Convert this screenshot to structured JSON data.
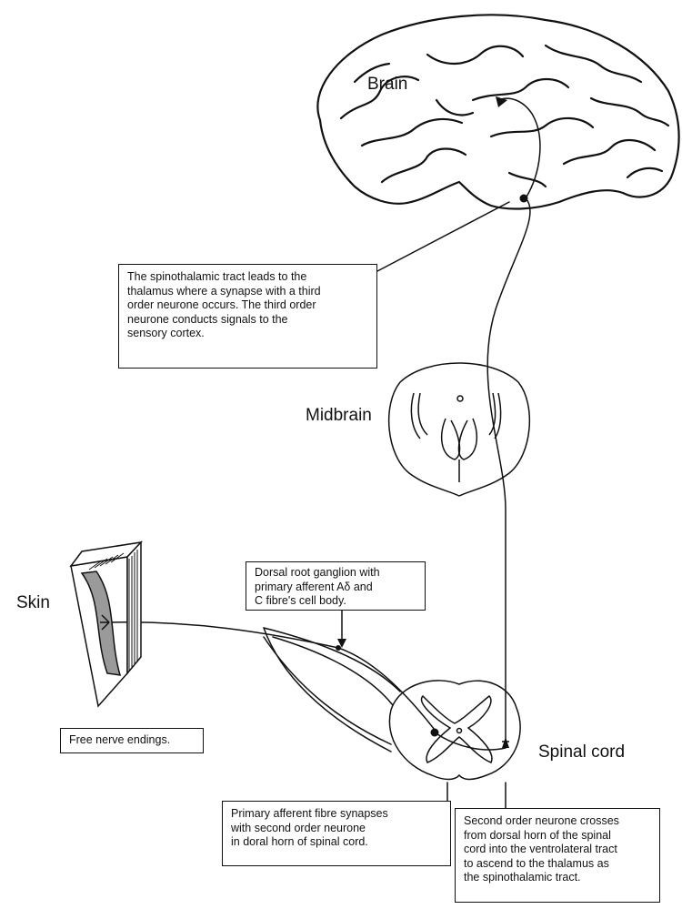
{
  "labels": {
    "brain": "Brain",
    "midbrain": "Midbrain",
    "skin": "Skin",
    "spinal_cord": "Spinal cord"
  },
  "notes": {
    "spinothalamic": [
      "The spinothalamic tract leads to the",
      "thalamus where a synapse with a third",
      "order neurone occurs. The third order",
      "neurone conducts signals to the",
      "sensory cortex."
    ],
    "ganglion": [
      "Dorsal root ganglion with",
      "primary afferent Aδ and",
      "C fibre's cell body."
    ],
    "nerve_endings": [
      "Free nerve endings."
    ],
    "synapse": [
      "Primary afferent fibre synapses",
      "with second order neurone",
      "in doral horn of spinal cord."
    ],
    "crossing": [
      "Second order neurone crosses",
      "from dorsal horn of the spinal",
      "cord into the ventrolateral tract",
      "to ascend to the thalamus as",
      "the spinothalamic tract."
    ]
  },
  "colors": {
    "ink": "#111111",
    "skin_fill": "#9a9a9a"
  }
}
